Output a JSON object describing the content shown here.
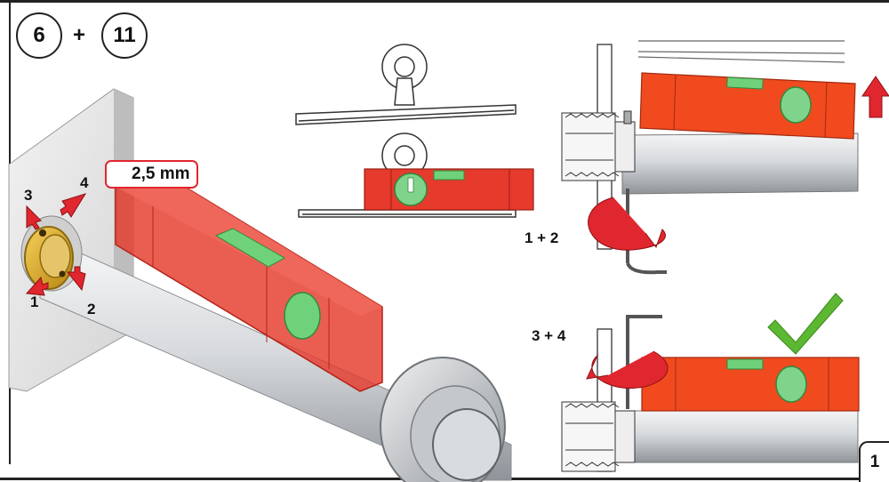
{
  "steps": {
    "first": "6",
    "plus": "+",
    "second": "11"
  },
  "tool": {
    "icon": "hex-key-icon",
    "size_label": "2,5 mm"
  },
  "callouts": {
    "screw_1": "1",
    "screw_2": "2",
    "screw_3": "3",
    "screw_4": "4",
    "tighten_1_2": "1 + 2",
    "tighten_3_4": "3 + 4"
  },
  "page_number": "1",
  "colors": {
    "level_red": "#e53a2c",
    "level_orange": "#f04a1e",
    "arrow_red": "#e0262e",
    "check_green": "#5cb731",
    "bubble_green": "#7fd38a",
    "brass": "#d9a520",
    "chrome": "#c9ccd0"
  }
}
